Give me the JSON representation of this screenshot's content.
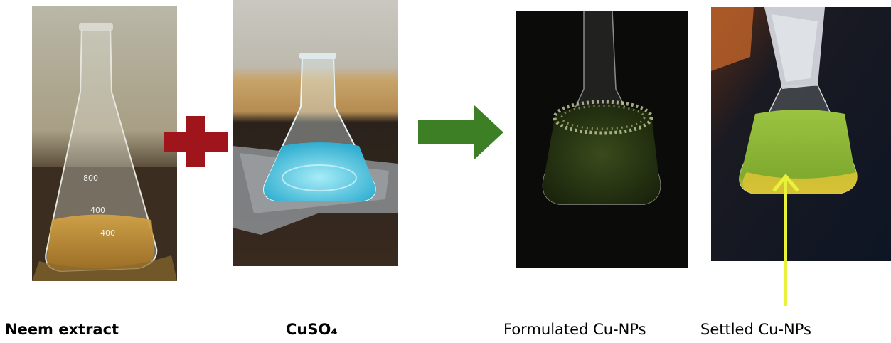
{
  "captions": {
    "neem": "Neem extract",
    "cuso4": "CuSO₄",
    "formulated": "Formulated Cu-NPs",
    "settled": "Settled Cu-NPs"
  },
  "flask_markings": {
    "mark_1": "800",
    "mark_2": "400",
    "mark_3": "400"
  },
  "colors": {
    "plus": "#a0141b",
    "process_arrow": "#3d7f25",
    "pointer_arrow": "#e8f23a",
    "neem_liquid": "#c08a2b",
    "cuso4_liquid": "#4fc3e0",
    "formulated_liquid": "#2c3a14",
    "settled_liquid": "#7faa2e",
    "settled_sediment": "#d8c235"
  },
  "icons": {
    "plus": "plus-sign-icon",
    "process": "right-arrow-icon",
    "pointer": "up-arrow-icon"
  }
}
